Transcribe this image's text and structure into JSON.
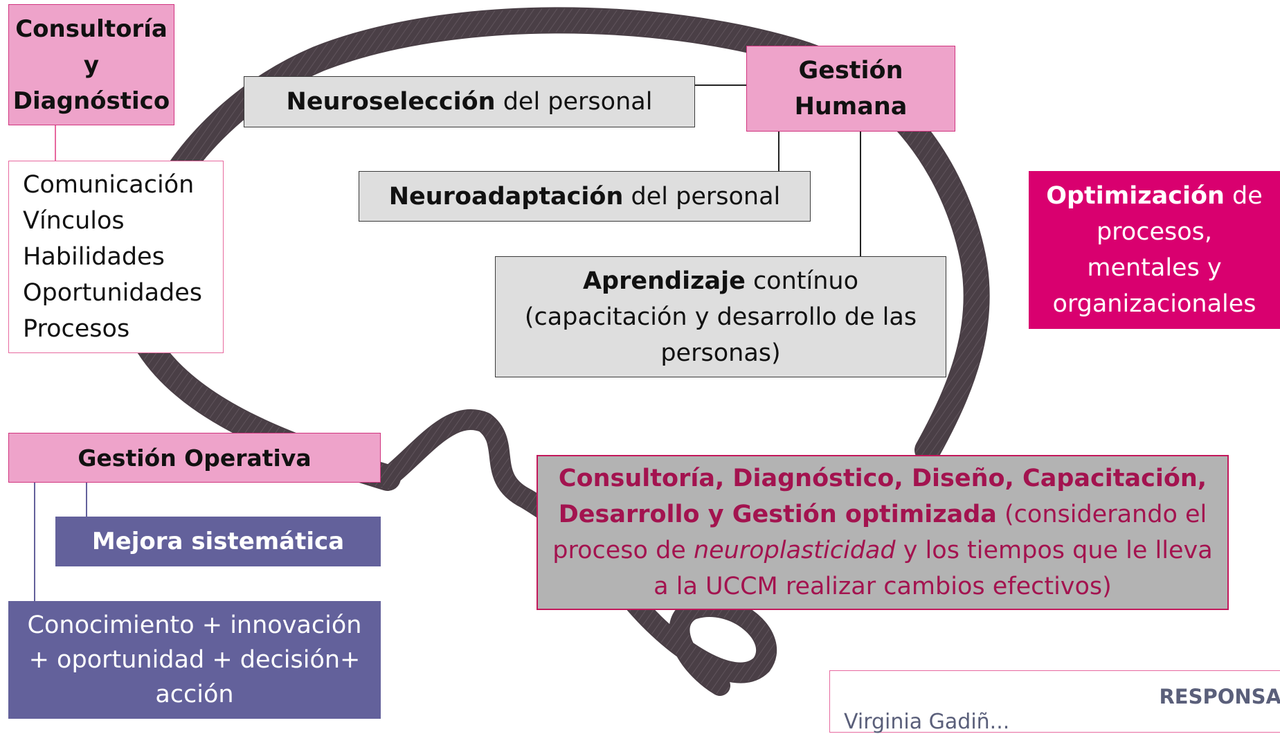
{
  "consultoria_box": {
    "line1": "Consultoría",
    "line2": "y",
    "line3": "Diagnóstico"
  },
  "consultoria_items": [
    "Comunicación",
    "Vínculos",
    "Habilidades",
    "Oportunidades",
    "Procesos"
  ],
  "neuroseleccion": {
    "bold": "Neuroselección",
    "rest": " del personal"
  },
  "gestion_humana": {
    "line1": "Gestión",
    "line2": "Humana"
  },
  "neuroadaptacion": {
    "bold": "Neuroadaptación",
    "rest": " del personal"
  },
  "aprendizaje": {
    "bold": "Aprendizaje",
    "rest": " contínuo",
    "line2": "(capacitación y desarrollo de las",
    "line3": "personas)"
  },
  "optimizacion": {
    "bold": "Optimización",
    "rest": " de",
    "line2": "procesos,",
    "line3": "mentales y",
    "line4": "organizacionales"
  },
  "gestion_operativa": {
    "label": "Gestión Operativa"
  },
  "mejora": {
    "label": "Mejora sistemática"
  },
  "conocimiento": {
    "line1": "Conocimiento + innovación",
    "line2": "+ oportunidad + decisión+",
    "line3": "acción"
  },
  "consultoria_big": {
    "bold_line1": "Consultoría, Diagnóstico, Diseño, Capacitación,",
    "bold_line2": "Desarrollo y Gestión optimizada",
    "rest_line2": " (considerando el",
    "line3_a": "proceso de ",
    "line3_italic": "neuroplasticidad",
    "line3_b": " y los  tiempos que le lleva",
    "line4": "a la UCCM realizar cambios efectivos)"
  },
  "responsable": {
    "title": "RESPONSA",
    "name": "Virginia Gadiñ..."
  },
  "colors": {
    "pink": "#eea3ca",
    "magenta": "#d9006f",
    "purple": "#63619b",
    "gray": "#dedede",
    "ribbon": "#4a3f46",
    "emphasis": "#a3134f"
  }
}
